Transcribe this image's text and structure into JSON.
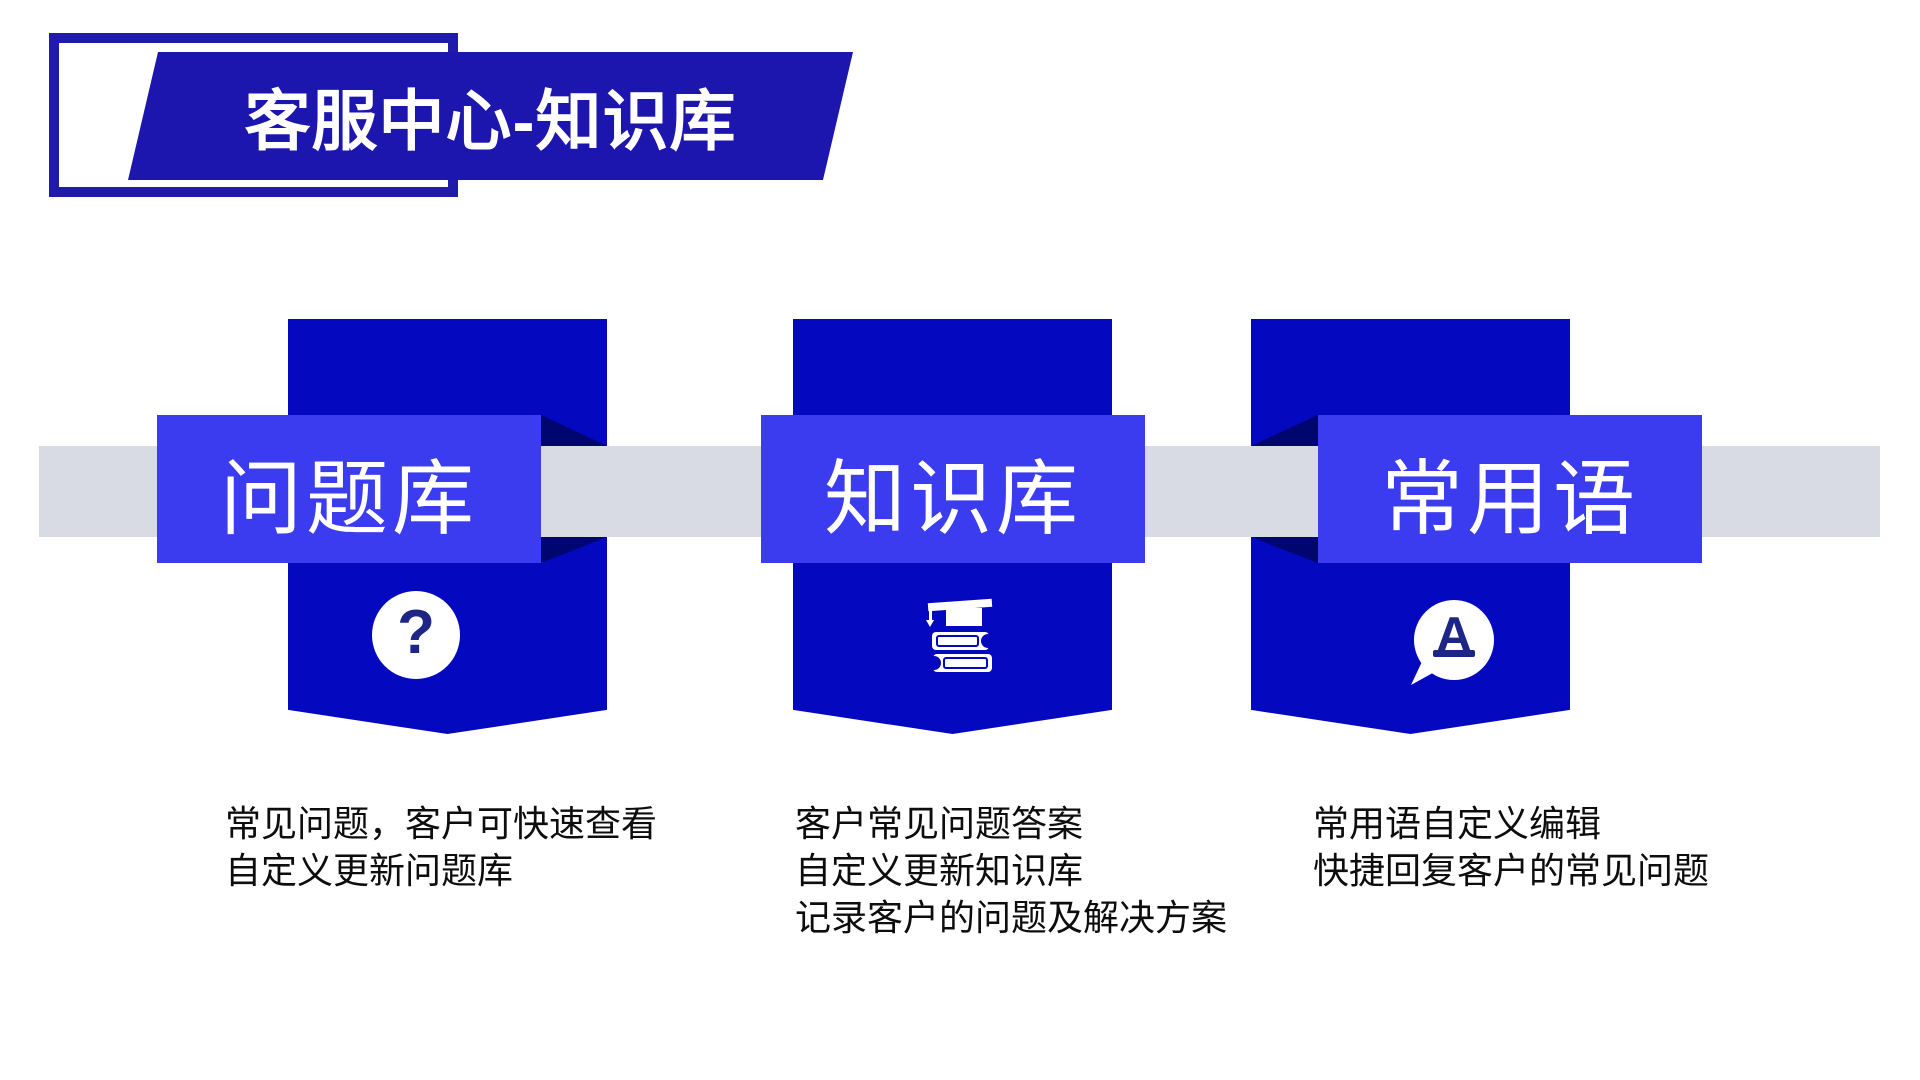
{
  "slide": {
    "title": "客服中心-知识库",
    "colors": {
      "title_blue": "#1c15ae",
      "outline_blue": "#201ba8",
      "ribbon_blue": "#0408bf",
      "fold_navy": "#000670",
      "label_blue": "#3b3cf0",
      "band_gray": "#d8dbe3",
      "icon_navy": "#1d2685",
      "desc_text": "#0d0d0d"
    },
    "units": [
      {
        "label": "问题库",
        "icon": "question-mark-circle-icon",
        "glyph": "?",
        "desc": [
          "常见问题，客户可快速查看",
          "自定义更新问题库"
        ]
      },
      {
        "label": "知识库",
        "icon": "graduation-cap-books-icon",
        "desc": [
          "客户常见问题答案",
          "自定义更新知识库",
          "记录客户的问题及解决方案"
        ]
      },
      {
        "label": "常用语",
        "icon": "chat-bubble-letter-icon",
        "glyph": "A",
        "desc": [
          "常用语自定义编辑",
          "快捷回复客户的常见问题"
        ]
      }
    ]
  }
}
